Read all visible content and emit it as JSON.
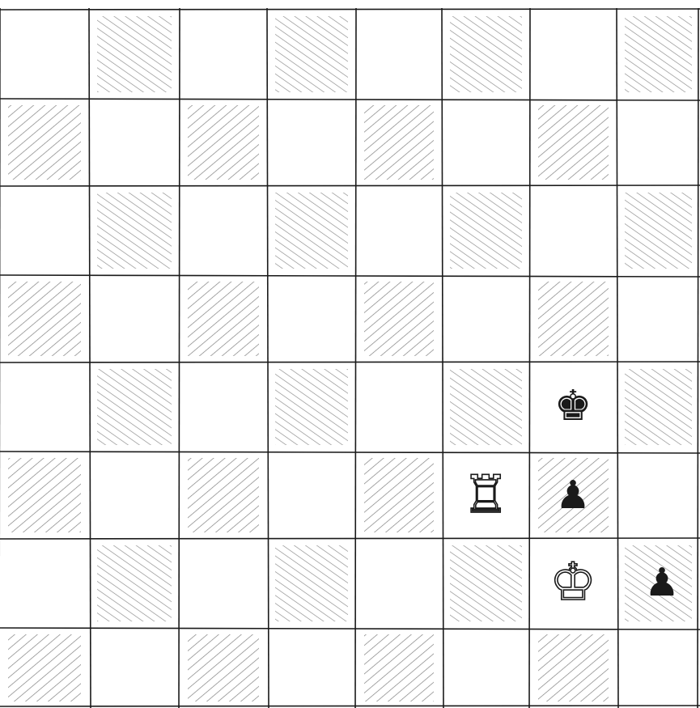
{
  "board": {
    "files": 8,
    "ranks": 8,
    "style": "hand-drawn pencil diagram, hatched dark squares",
    "ink_color": "#1a1a1a",
    "paper_color": "#ffffff"
  },
  "pieces": [
    {
      "square": "g4",
      "color": "black",
      "type": "king",
      "glyph": "♚",
      "icon": "black-king-icon"
    },
    {
      "square": "f3",
      "color": "white",
      "type": "rook",
      "glyph": "♖",
      "icon": "white-rook-icon"
    },
    {
      "square": "g3",
      "color": "black",
      "type": "pawn",
      "glyph": "♟",
      "icon": "black-pawn-icon"
    },
    {
      "square": "g2",
      "color": "white",
      "type": "king",
      "glyph": "♔",
      "icon": "white-king-icon"
    },
    {
      "square": "h2",
      "color": "black",
      "type": "pawn",
      "glyph": "♟",
      "icon": "black-pawn-icon"
    }
  ]
}
